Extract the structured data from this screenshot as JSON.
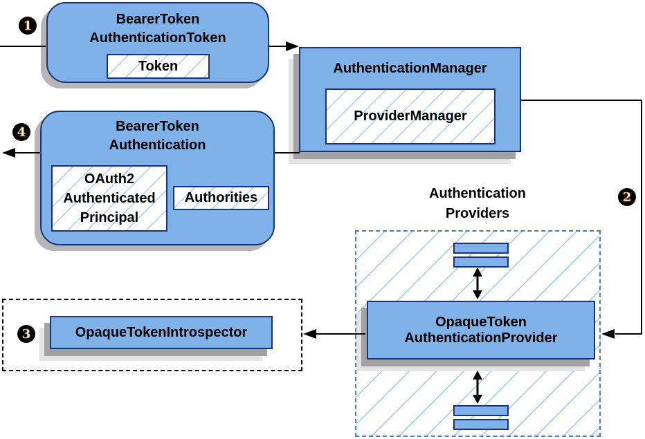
{
  "labels": {
    "box1_line1": "BearerToken",
    "box1_line2": "AuthenticationToken",
    "box1_child": "Token",
    "manager_title": "AuthenticationManager",
    "manager_child": "ProviderManager",
    "result_line1": "BearerToken",
    "result_line2": "Authentication",
    "principal_line1": "OAuth2",
    "principal_line2": "Authenticated",
    "principal_line3": "Principal",
    "authorities": "Authorities",
    "providers_line1": "Authentication",
    "providers_line2": "Providers",
    "provider_line1": "OpaqueToken",
    "provider_line2": "AuthenticationProvider",
    "introspector": "OpaqueTokenIntrospector"
  },
  "steps": {
    "step1": "1",
    "step2": "2",
    "step3": "3",
    "step4": "4"
  },
  "colors": {
    "node_fill": "#7fb2e9",
    "node_border": "#17337b",
    "hatch_line": "#a9ccf2",
    "providers_dash_border": "#4a7dbe",
    "introspector_dash_border": "#000000",
    "arrow": "#000000",
    "shadow_dark": "#a2a2a2",
    "shadow_light": "#e4e4e4",
    "rounded_shadow": "#b6b6b6",
    "badge_bg": "#000000",
    "badge_digit": "#ffffff"
  }
}
